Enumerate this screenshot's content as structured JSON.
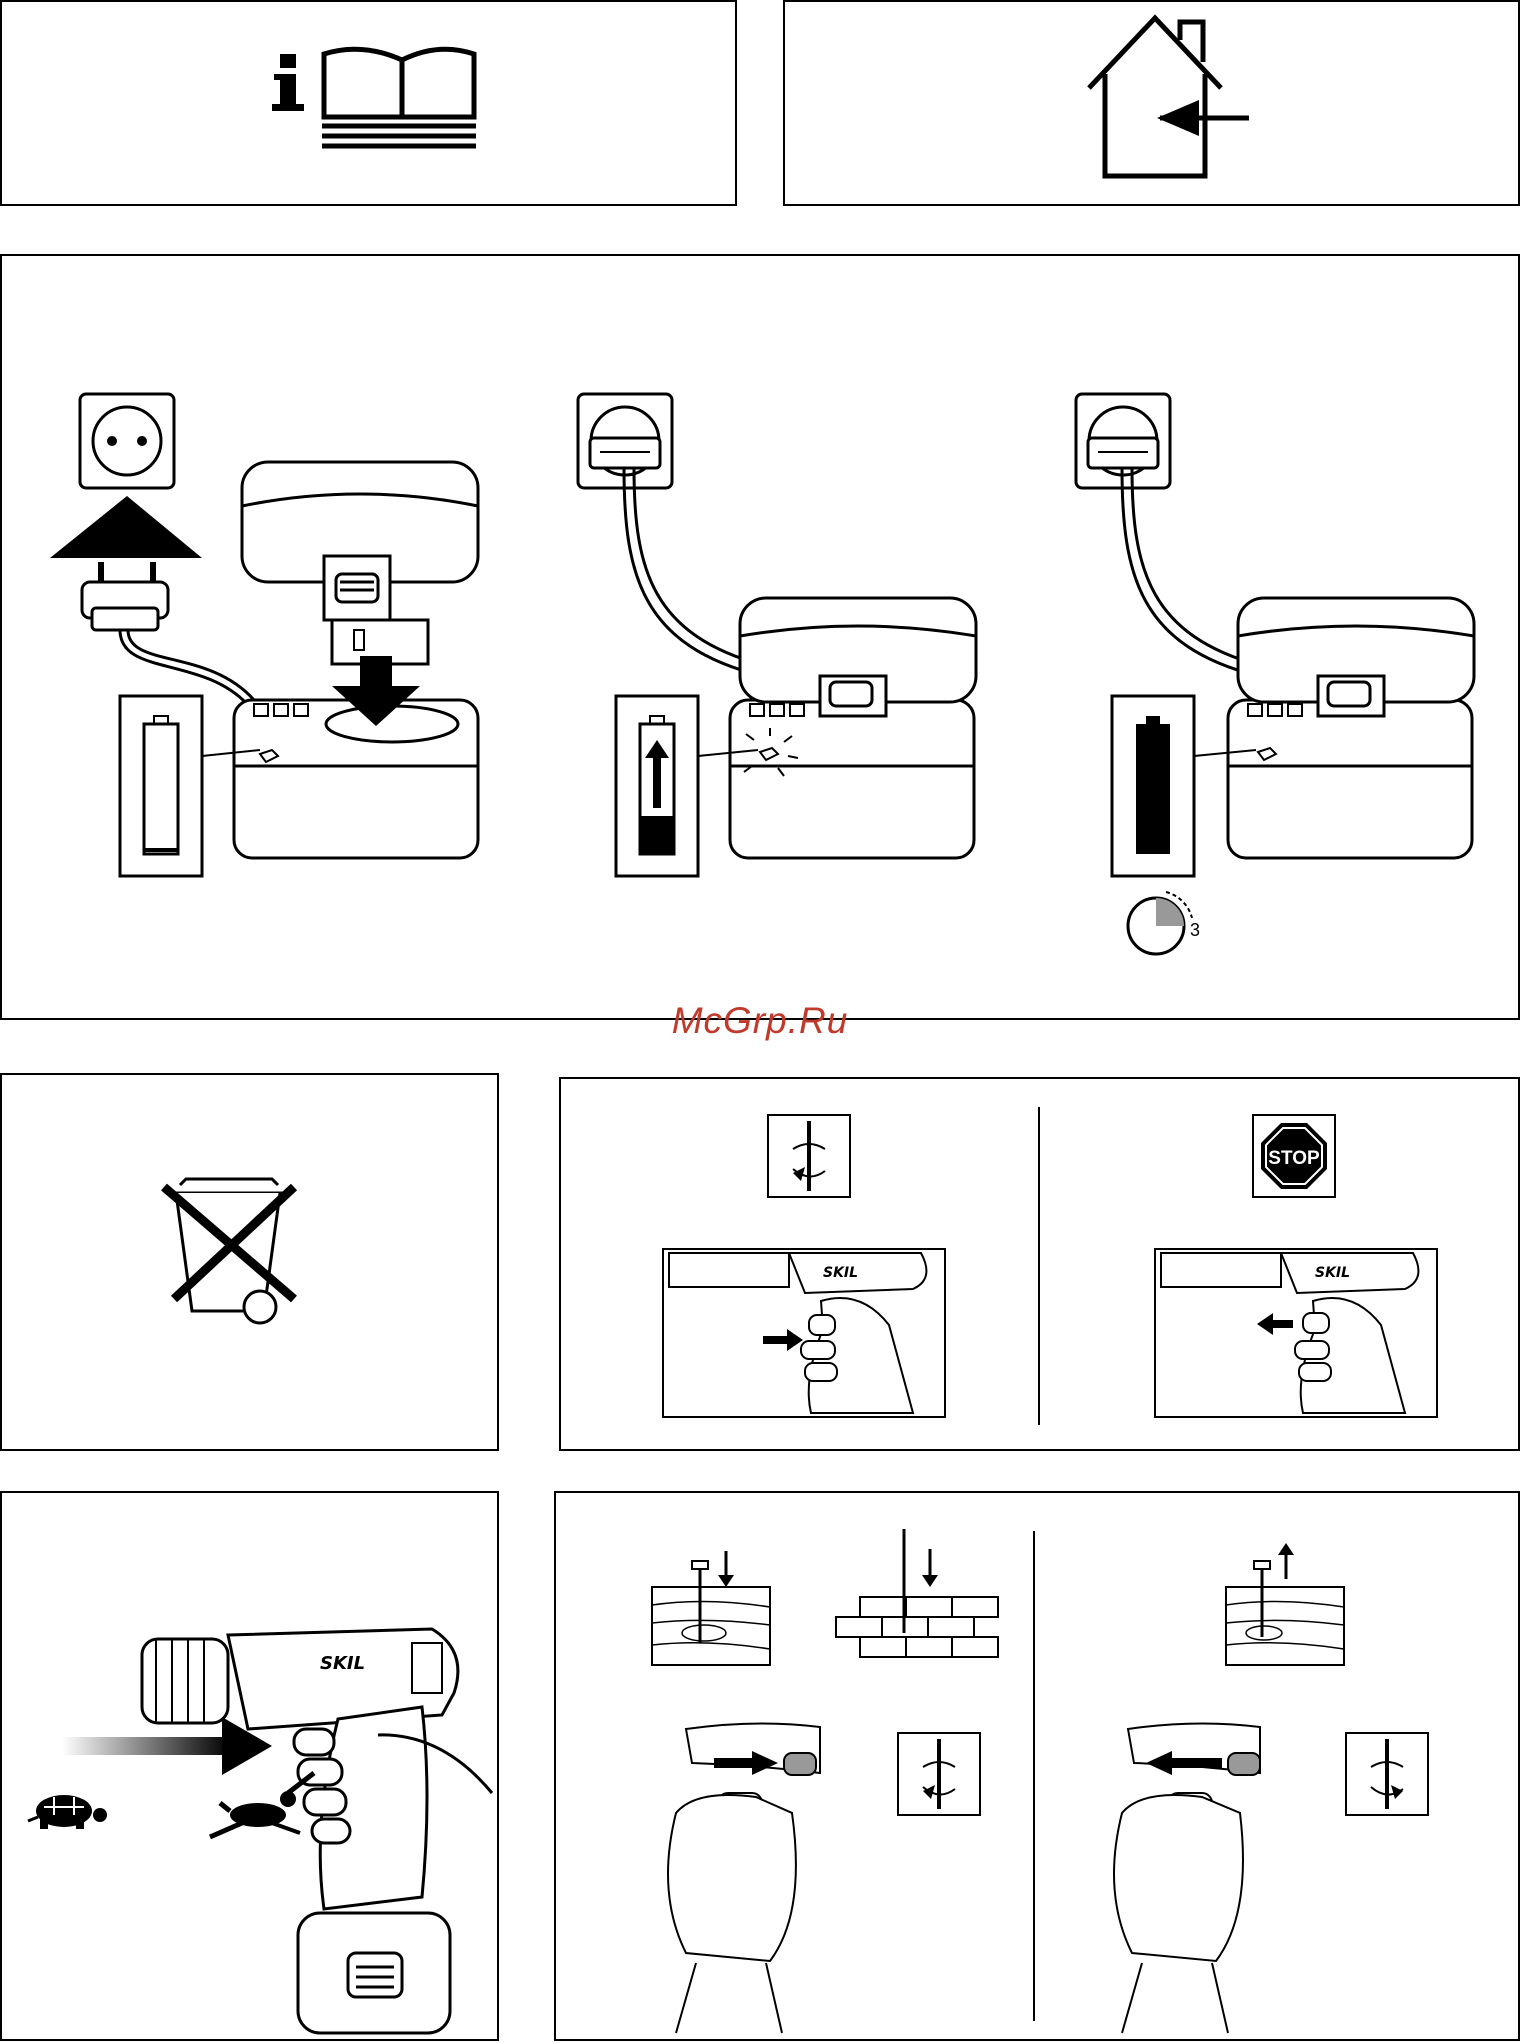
{
  "watermark": {
    "text": "McGrp.Ru",
    "color": "#c0392b"
  },
  "icons": {
    "info_manual": "info-book-icon",
    "indoor_use": "house-indoor-arrow-icon",
    "socket": "wall-socket-icon",
    "battery_empty": "battery-empty-icon",
    "battery_charging": "battery-charging-icon",
    "battery_full": "battery-full-icon",
    "timer": "timer-icon",
    "no_disposal": "crossed-bin-icon",
    "rotation": "rotation-icon",
    "stop": "stop-sign-icon",
    "slow": "turtle-icon",
    "fast": "hare-icon"
  },
  "charging": {
    "timer_label": "3"
  },
  "drill": {
    "brand_label": "SKIL"
  },
  "stop_sign": {
    "label": "STOP",
    "color": "#000000"
  }
}
